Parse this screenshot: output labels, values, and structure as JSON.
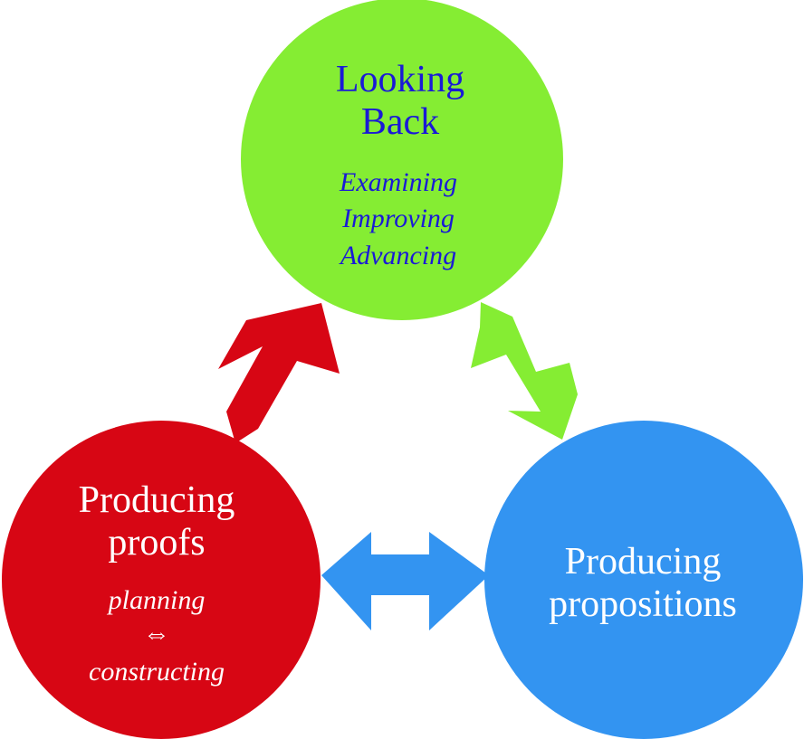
{
  "colors": {
    "green": "#85ed33",
    "red": "#d70614",
    "blue": "#3394f1",
    "green_text": "#1a1ad6",
    "white_text": "#ffffff"
  },
  "looking_back": {
    "title_line1": "Looking",
    "title_line2": "Back",
    "items": [
      "Examining",
      "Improving",
      "Advancing"
    ]
  },
  "producing_proofs": {
    "title_line1": "Producing",
    "title_line2": "proofs",
    "sub_line1": "planning",
    "sub_line2": "⇔",
    "sub_line3": "constructing"
  },
  "producing_propositions": {
    "title_line1": "Producing",
    "title_line2": "propositions"
  },
  "arrows": [
    {
      "name": "red-double-arrow",
      "color": "red"
    },
    {
      "name": "green-double-arrow",
      "color": "green"
    },
    {
      "name": "blue-double-arrow",
      "color": "blue"
    }
  ]
}
